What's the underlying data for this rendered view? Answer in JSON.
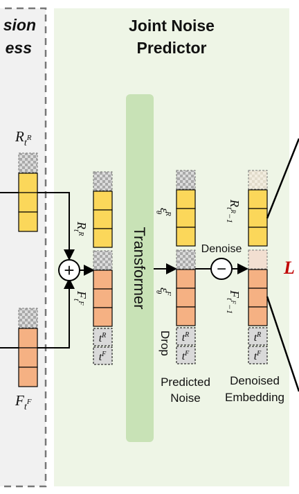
{
  "left_panel": {
    "title_line1": "sion",
    "title_line2": "ess"
  },
  "predictor": {
    "title_line1": "Joint Noise",
    "title_line2": "Predictor"
  },
  "transformer_label": "Transformer",
  "labels": {
    "r_t": "R",
    "r_t_sup": "t",
    "r_t_supsup": "R",
    "f_t": "F",
    "f_t_sup": "t",
    "f_t_supsup": "F",
    "eps": "ε",
    "eps_sub": "θ",
    "eps_sup_r": "R",
    "eps_sup_f": "F",
    "r_denoised": "R",
    "r_denoised_sub": "t",
    "r_denoised_subsup": "R",
    "r_denoised_minus": "−1",
    "f_denoised": "F",
    "f_denoised_sub": "t",
    "f_denoised_subsup": "F",
    "f_denoised_minus": "−1",
    "drop": "Drop",
    "denoise": "Denoise",
    "predicted_noise_line1": "Predicted",
    "predicted_noise_line2": "Noise",
    "denoised_embedding_line1": "Denoised",
    "denoised_embedding_line2": "Embedding",
    "plus": "+",
    "minus": "−",
    "loss": "L",
    "token_r": "t",
    "token_r_sup": "R",
    "token_f": "t",
    "token_f_sup": "F"
  },
  "colors": {
    "panel_bg": "#eef5e6",
    "transformer": "#c8e2b6",
    "yellow": "#fbd75a",
    "orange": "#f5b183",
    "loss": "#c00000"
  }
}
